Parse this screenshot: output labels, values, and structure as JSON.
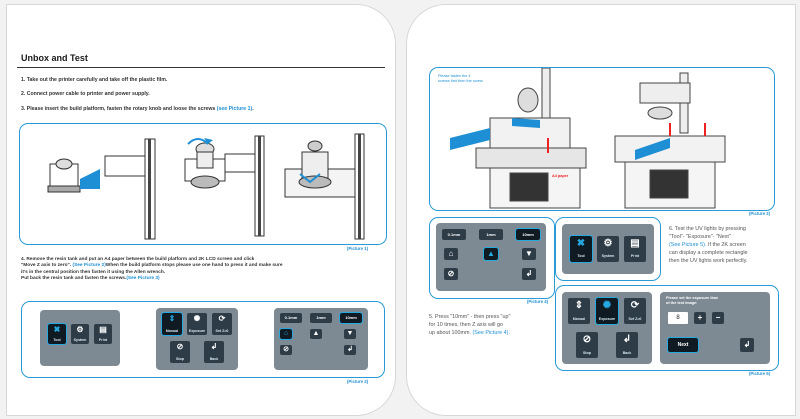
{
  "left_page": {
    "heading": "Unbox and Test",
    "steps": {
      "s1": "1. Take out the printer carefully and take off the plastic film.",
      "s2": "2. Connect power cable to printer and power supply.",
      "s3_text": "3. Please insert the build platform, fasten the rotary knob and loose the screws ",
      "s3_link": "(see Picture 1)",
      "s4_line1": "4. Remove the resin tank and put an A4 paper between the build platform and 2K LCD screen and click",
      "s4_line2_a": "\"Move Z axis to zero\". ",
      "s4_line2_link": "(See Picture 2)",
      "s4_line2_b": "When the build platform stops please use one hand to press it and make sure",
      "s4_line3": "it's in the central position then fasten it using the Allen wrench.",
      "s4_line4_a": "Put back the resin tank and fasten the screws.",
      "s4_line4_link": "(See Picture 3)"
    },
    "captions": {
      "pic1": "(Picture 1)",
      "pic3": "(Picture 3)"
    },
    "menu": {
      "tool": "Tool",
      "system": "System",
      "print": "Print"
    },
    "tool_screen": {
      "manual": "Manual",
      "exposure": "Exposure",
      "setzero": "Set Z=0",
      "stop": "Stop",
      "back": "Back"
    },
    "move_screen": {
      "d1": "0.1mm",
      "d2": "1mm",
      "d3": "10mm"
    }
  },
  "right_page": {
    "callout_line1": "Please fasten the 4",
    "callout_line2": "screws first then the",
    "callout_line3": "screw",
    "paper_label": "A4 paper",
    "captions": {
      "pic2": "(Picture 2)",
      "pic4": "(Picture 4)",
      "pic5": "(Picture 5)"
    },
    "move_screen": {
      "d1": "0.1mm",
      "d2": "1mm",
      "d3": "10mm"
    },
    "menu": {
      "tool": "Tool",
      "system": "System",
      "print": "Print"
    },
    "step5": {
      "line1": "5. Press \"10mm\" - then press \"up\"",
      "line2": "for 10 times, then Z axis will go",
      "line3_a": "up about 100mm. ",
      "line3_link": "(See Picture 4)."
    },
    "step6": {
      "line1": "6. Test the UV lights by pressing",
      "line2": "\"Tool\"- \"Exposure\"- \"Next\"",
      "line3_link": "(See Picture 5).",
      "line3_b": " If the 2K screen",
      "line4": "can display a complete rectangle",
      "line5": "then the UV lights work perfectly."
    },
    "tool_screen": {
      "manual": "Manual",
      "exposure": "Exposure",
      "setzero": "Set Z=0",
      "stop": "Stop",
      "back": "Back"
    },
    "exposure_screen": {
      "heading_line1": "Please set the exposure time",
      "heading_line2": "of the test image:",
      "value": "8",
      "next": "Next"
    }
  },
  "colors": {
    "accent": "#2a9ad6",
    "panel": "#7e8a93",
    "button": "#2d3c47"
  }
}
